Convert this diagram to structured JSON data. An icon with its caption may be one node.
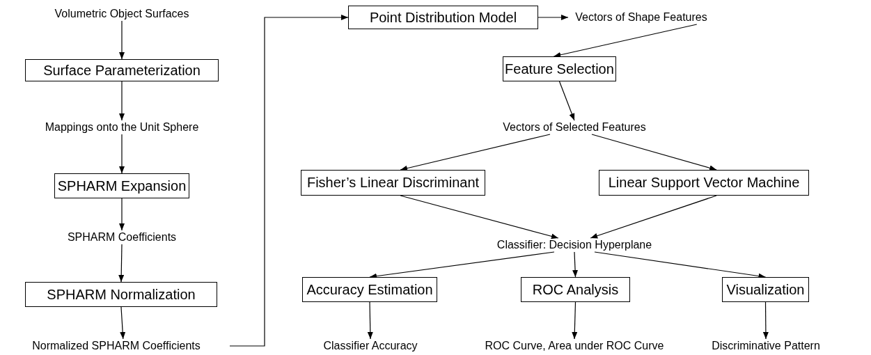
{
  "diagram": {
    "nodes": [
      {
        "text": [
          "Volumetric Object Surfaces"
        ]
      },
      {
        "text": [
          "Surface Parameterization"
        ]
      },
      {
        "text": [
          "Mappings onto the Unit Sphere"
        ]
      },
      {
        "text": [
          "SPHARM Expansion"
        ]
      },
      {
        "text": [
          "SPHARM Coefficients"
        ]
      },
      {
        "text": [
          "SPHARM Normalization"
        ]
      },
      {
        "text": [
          "Normalized SPHARM Coefficients"
        ]
      },
      {
        "text": [
          "Point Distribution Model"
        ]
      },
      {
        "text": [
          "Vectors of Shape Features"
        ]
      },
      {
        "text": [
          "Feature Selection"
        ]
      },
      {
        "text": [
          "Vectors of Selected Features"
        ]
      },
      {
        "text": [
          "Fisher’s Linear Discriminant"
        ]
      },
      {
        "text": [
          "Linear Support Vector Machine"
        ]
      },
      {
        "text": [
          "Classifier: Decision Hyperplane"
        ]
      },
      {
        "text": [
          "Accuracy Estimation"
        ]
      },
      {
        "text": [
          "ROC Analysis"
        ]
      },
      {
        "text": [
          "Visualization"
        ]
      },
      {
        "text": [
          "Classifier Accuracy"
        ]
      },
      {
        "text": [
          "ROC Curve, Area under ROC Curve"
        ]
      },
      {
        "text": [
          "Discriminative Pattern"
        ]
      }
    ],
    "edges": [
      {
        "from": 0,
        "to": 1,
        "arrow": "to"
      },
      {
        "from": 1,
        "to": 2,
        "arrow": "to"
      },
      {
        "from": 2,
        "to": 3,
        "arrow": "to"
      },
      {
        "from": 3,
        "to": 4,
        "arrow": "to"
      },
      {
        "from": 4,
        "to": 5,
        "arrow": "to"
      },
      {
        "from": 5,
        "to": 6,
        "arrow": "to"
      },
      {
        "from": 6,
        "to": 7,
        "arrow": "to"
      },
      {
        "from": 7,
        "to": 8,
        "arrow": "to"
      },
      {
        "from": 8,
        "to": 9,
        "arrow": "to"
      },
      {
        "from": 9,
        "to": 10,
        "arrow": "to"
      },
      {
        "from": 10,
        "to": 11,
        "arrow": "to"
      },
      {
        "from": 10,
        "to": 12,
        "arrow": "to"
      },
      {
        "from": 11,
        "to": 13,
        "arrow": "to"
      },
      {
        "from": 12,
        "to": 13,
        "arrow": "to"
      },
      {
        "from": 13,
        "to": 14,
        "arrow": "to"
      },
      {
        "from": 13,
        "to": 15,
        "arrow": "to"
      },
      {
        "from": 13,
        "to": 16,
        "arrow": "to"
      },
      {
        "from": 14,
        "to": 17,
        "arrow": "to"
      },
      {
        "from": 15,
        "to": 18,
        "arrow": "to"
      },
      {
        "from": 16,
        "to": 19,
        "arrow": "to"
      }
    ]
  }
}
